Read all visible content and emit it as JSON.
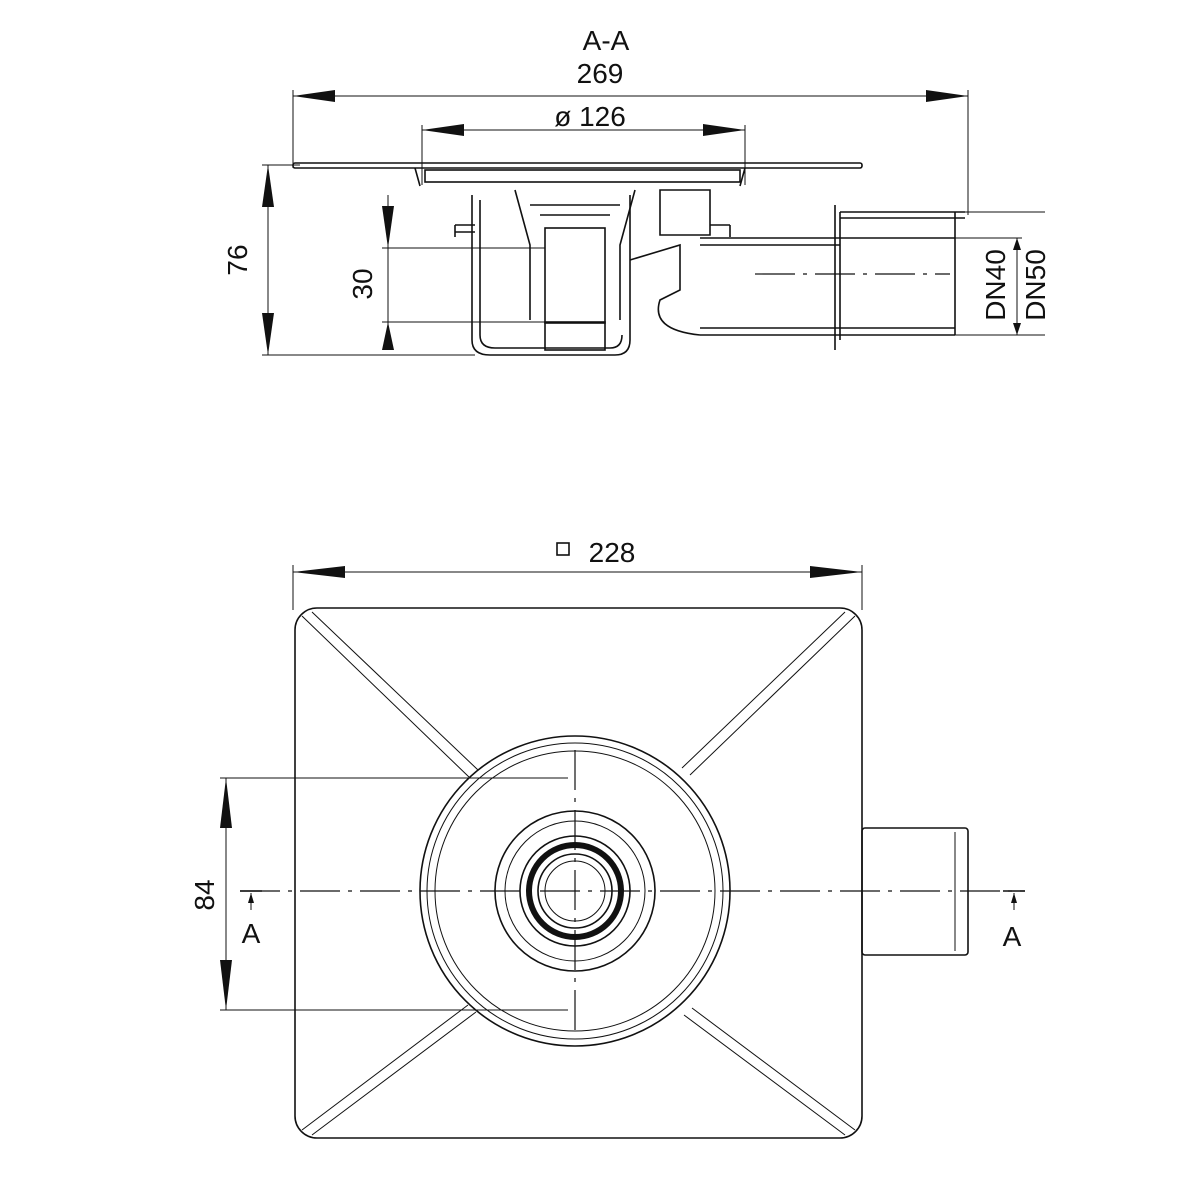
{
  "section_view": {
    "title": "A-A",
    "overall_length": "269",
    "grate_diameter": "ø 126",
    "height": "76",
    "water_seal": "30",
    "outlet_dn40": "DN40",
    "outlet_dn50": "DN50"
  },
  "plan_view": {
    "flange_size_symbol": "□",
    "flange_size": "228",
    "offset": "84",
    "section_mark_left": "A",
    "section_mark_right": "A"
  }
}
